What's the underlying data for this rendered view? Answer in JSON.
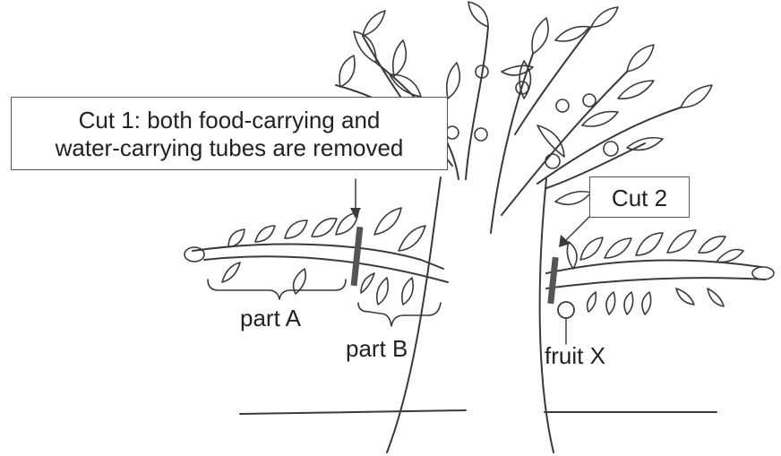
{
  "labels": {
    "cut1_line1": "Cut 1: both food-carrying and",
    "cut1_line2": "water-carrying tubes are removed",
    "cut2": "Cut 2",
    "part_a": "part A",
    "part_b": "part B",
    "fruit_x": "fruit X"
  },
  "colors": {
    "outline": "#3a3a3a",
    "cut_marker": "#555555",
    "box_border": "#555555",
    "text": "#222222"
  }
}
